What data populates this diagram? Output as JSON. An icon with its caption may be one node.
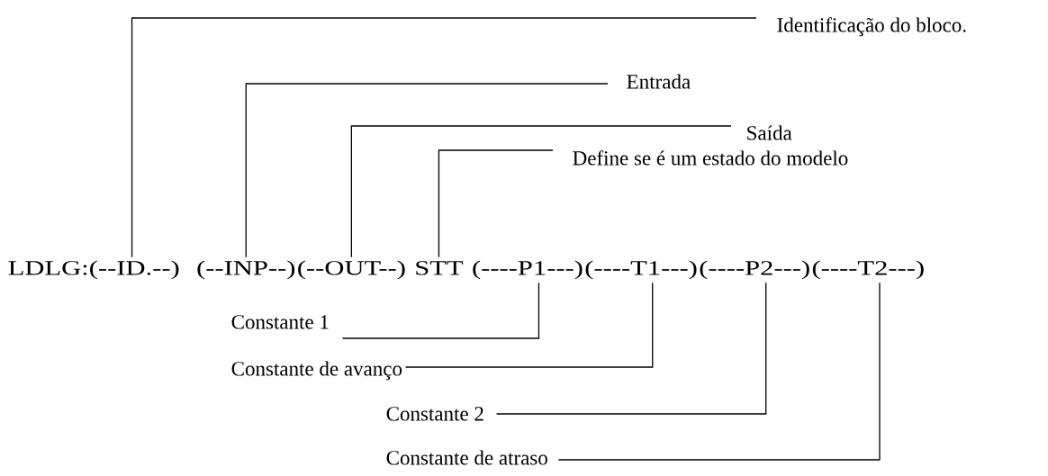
{
  "diagram": {
    "nodes": [
      {
        "text": [
          "Identificação do bloco."
        ]
      },
      {
        "text": [
          "Entrada"
        ]
      },
      {
        "text": [
          "Saída"
        ]
      },
      {
        "text": [
          "Define se é um estado do modelo"
        ]
      },
      {
        "text": [
          "LDLG:(--ID.--)"
        ]
      },
      {
        "text": [
          "(--INP--)"
        ]
      },
      {
        "text": [
          "(--OUT--)"
        ]
      },
      {
        "text": [
          "STT"
        ]
      },
      {
        "text": [
          "(----P1---)"
        ]
      },
      {
        "text": [
          "(----T1---)"
        ]
      },
      {
        "text": [
          "(----P2---)"
        ]
      },
      {
        "text": [
          "(----T2---)"
        ]
      },
      {
        "text": [
          "Constante 1"
        ]
      },
      {
        "text": [
          "Constante de avanço"
        ]
      },
      {
        "text": [
          "Constante 2"
        ]
      },
      {
        "text": [
          "Constante de atraso"
        ]
      }
    ],
    "edges": [
      {
        "from": 0,
        "to": 4,
        "arrow": "none"
      },
      {
        "from": 1,
        "to": 5,
        "arrow": "none"
      },
      {
        "from": 2,
        "to": 6,
        "arrow": "none"
      },
      {
        "from": 3,
        "to": 7,
        "arrow": "none"
      },
      {
        "from": 12,
        "to": 8,
        "arrow": "none"
      },
      {
        "from": 13,
        "to": 9,
        "arrow": "none"
      },
      {
        "from": 14,
        "to": 10,
        "arrow": "none"
      },
      {
        "from": 15,
        "to": 11,
        "arrow": "none"
      }
    ]
  }
}
